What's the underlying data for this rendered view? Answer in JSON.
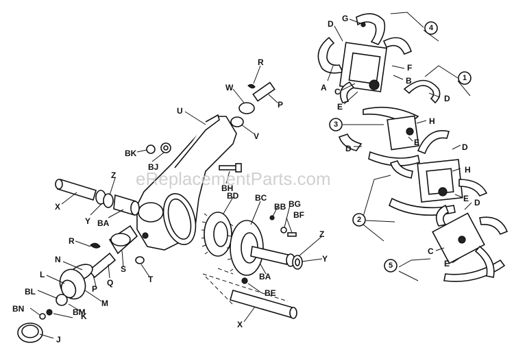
{
  "watermark": "eReplacementParts.com",
  "part_labels": {
    "R_top": "R",
    "W": "W",
    "P_top": "P",
    "U": "U",
    "V": "V",
    "BK": "BK",
    "BJ": "BJ",
    "BH": "BH",
    "BD": "BD",
    "BC": "BC",
    "BB": "BB",
    "BG": "BG",
    "BF": "BF",
    "Z_left": "Z",
    "Z_right": "Z",
    "X_left": "X",
    "Y_left": "Y",
    "BA_left": "BA",
    "R_mid": "R",
    "N": "N",
    "S": "S",
    "L": "L",
    "Q": "Q",
    "T": "T",
    "P_mid": "P",
    "M": "M",
    "BL": "BL",
    "K": "K",
    "BN": "BN",
    "BM": "BM",
    "J": "J",
    "Y_right": "Y",
    "BA_right": "BA",
    "BE": "BE",
    "X_bottom": "X"
  },
  "tine_labels": {
    "G": "G",
    "D_1": "D",
    "A": "A",
    "C_1": "C",
    "F": "F",
    "B": "B",
    "E_1": "E",
    "D_2": "D",
    "H_1": "H",
    "D_3": "D",
    "E_2": "E",
    "D_4": "D",
    "H_2": "H",
    "E_3": "E",
    "D_5": "D",
    "C_2": "C",
    "E_4": "E"
  },
  "assembly_numbers": [
    "4",
    "1",
    "3",
    "2",
    "5"
  ]
}
